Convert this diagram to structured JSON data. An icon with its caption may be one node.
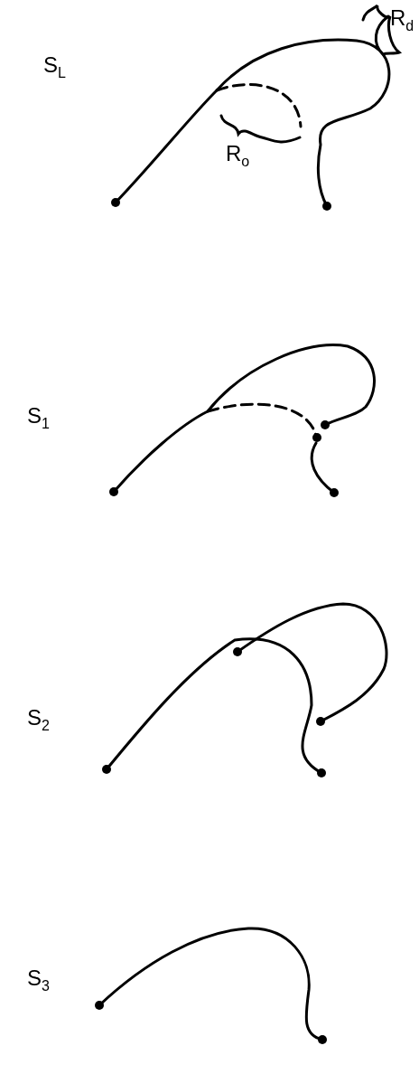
{
  "diagram": {
    "labels": [
      "S$_{L}$",
      "R$_{d}$",
      "R$_{o}$",
      "S$_{1}$",
      "S$_{2}$",
      "S$_{3}$"
    ]
  }
}
